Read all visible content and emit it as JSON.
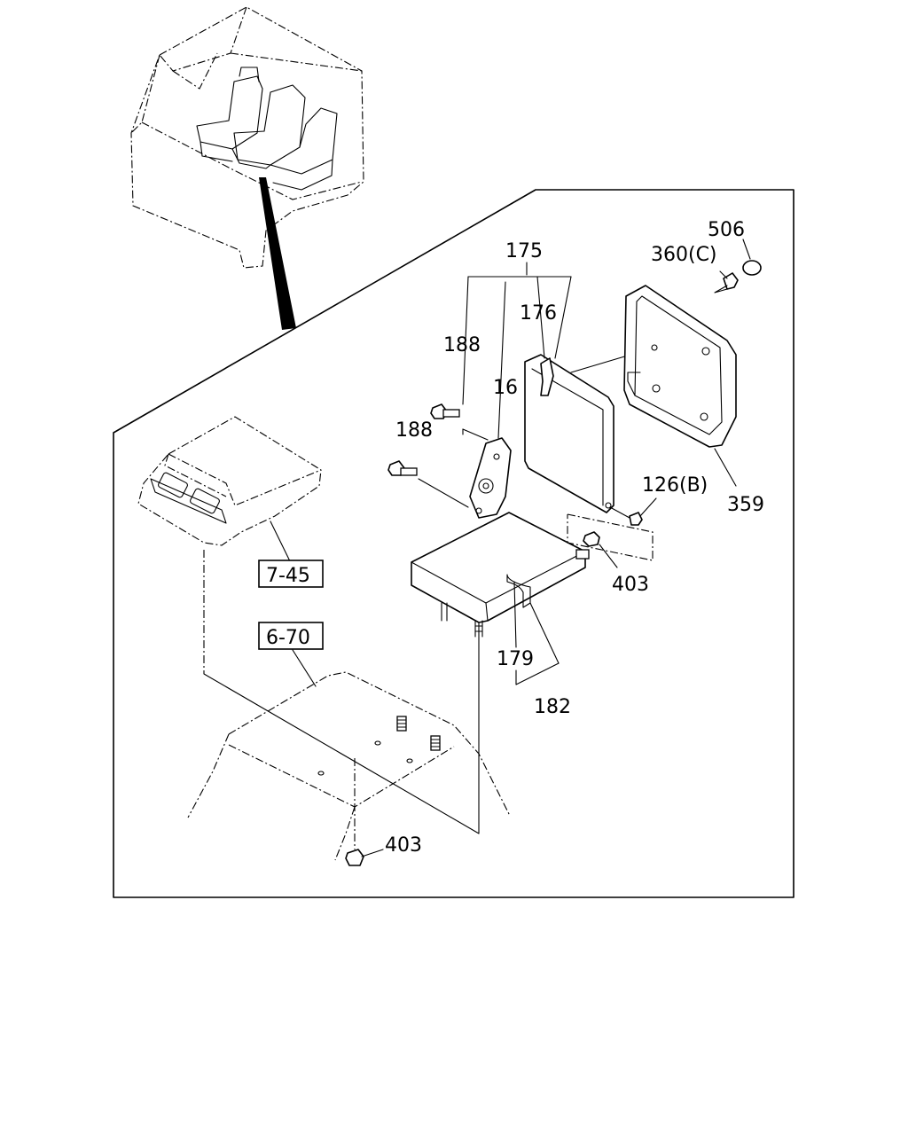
{
  "callouts": {
    "c175": "175",
    "c176": "176",
    "c188_top": "188",
    "c188_bottom": "188",
    "c16": "16",
    "c506": "506",
    "c360": "360(C)",
    "c359": "359",
    "c126": "126(B)",
    "c403_right": "403",
    "c403_bottom": "403",
    "c179": "179",
    "c182": "182"
  },
  "references": {
    "ref_7_45": "7-45",
    "ref_6_70": "6-70"
  }
}
